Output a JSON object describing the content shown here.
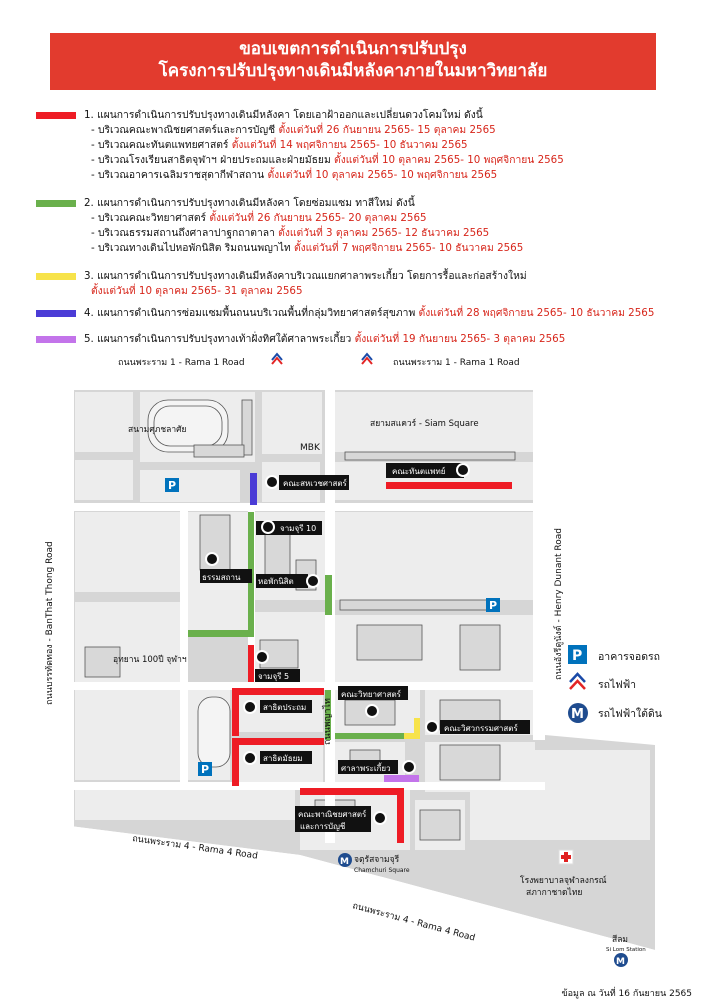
{
  "title": {
    "line1": "ขอบเขตการดำเนินการปรับปรุง",
    "line2": "โครงการปรับปรุงทางเดินมีหลังคาภายในมหาวิทยาลัย"
  },
  "colors": {
    "title_bg": "#e23b2e",
    "plan1": "#ee1c25",
    "plan2": "#6ab04c",
    "plan3": "#f7e34a",
    "plan4": "#4b3cd6",
    "plan5": "#c374ea",
    "building": "#ededed",
    "road": "#ffffff"
  },
  "legend": {
    "plan1": {
      "head": "1. แผนการดำเนินการปรับปรุงทางเดินมีหลังคา โดยเอาฝ้าออกและเปลี่ยนดวงโคมใหม่ ดังนี้",
      "items": [
        {
          "text": "- บริเวณคณะพาณิชยศาสตร์และการบัญชี ",
          "date": "ตั้งแต่วันที่ 26 กันยายน 2565- 15 ตุลาคม 2565"
        },
        {
          "text": "- บริเวณคณะทันตแพทยศาสตร์ ",
          "date": "ตั้งแต่วันที่ 14 พฤศจิกายน 2565- 10 ธันวาคม 2565"
        },
        {
          "text": "- บริเวณโรงเรียนสาธิตจุฬาฯ ฝ่ายประถมและฝ่ายมัธยม ",
          "date": "ตั้งแต่วันที่ 10 ตุลาคม 2565- 10 พฤศจิกายน 2565"
        },
        {
          "text": "- บริเวณอาคารเฉลิมราชสุดากีฬาสถาน ",
          "date": "ตั้งแต่วันที่ 10 ตุลาคม 2565- 10 พฤศจิกายน 2565"
        }
      ]
    },
    "plan2": {
      "head": "2. แผนการดำเนินการปรับปรุงทางเดินมีหลังคา โดยซ่อมแซม ทาสีใหม่ ดังนี้",
      "items": [
        {
          "text": "- บริเวณคณะวิทยาศาสตร์ ",
          "date": "ตั้งแต่วันที่ 26 กันยายน 2565- 20 ตุลาคม 2565"
        },
        {
          "text": "- บริเวณธรรมสถานถึงศาลาปาฐกถาตาลา ",
          "date": "ตั้งแต่วันที่ 3 ตุลาคม 2565- 12 ธันวาคม 2565"
        },
        {
          "text": "- บริเวณทางเดินไปหอพักนิสิต ริมถนนพญาไท ",
          "date": "ตั้งแต่วันที่ 7 พฤศจิกายน 2565- 10 ธันวาคม 2565"
        }
      ]
    },
    "plan3": {
      "head": "3. แผนการดำเนินการปรับปรุงทางเดินมีหลังคาบริเวณแยกศาลาพระเกี้ยว โดยการรื้อและก่อสร้างใหม่",
      "date": "ตั้งแต่วันที่ 10 ตุลาคม 2565- 31 ตุลาคม 2565"
    },
    "plan4": {
      "head": "4. แผนการดำเนินการซ่อมแซมพื้นถนนบริเวณพื้นที่กลุ่มวิทยาศาสตร์สุขภาพ ",
      "date": "ตั้งแต่วันที่ 28 พฤศจิกายน 2565- 10 ธันวาคม 2565"
    },
    "plan5": {
      "head": "5. แผนการดำเนินการปรับปรุงทางเท้าฝั่งทิศใต้ศาลาพระเกี้ยว ",
      "date": "ตั้งแต่วันที่ 19 กันยายน 2565- 3 ตุลาคม 2565"
    }
  },
  "map": {
    "roads": {
      "rama1_left": "ถนนพระราม 1 - Rama 1 Road",
      "rama1_right": "ถนนพระราม 1 - Rama 1 Road",
      "banthat": "ถนนบรรทัดทอง - BanThat Thong Road",
      "henry": "ถนนอังรีดูนังต์ - Henry Dunant Road",
      "rama4_left": "ถนนพระราม 4 - Rama 4 Road",
      "rama4_right": "ถนนพระราม 4 - Rama 4 Road",
      "phayathai": "ถนนพญาไท"
    },
    "places": {
      "stadium": "สนามศุภชลาศัย",
      "mbk": "MBK",
      "siam": "สยามสแควร์ - Siam Square",
      "dent": "คณะทันตแพทย์",
      "vet": "คณะสหเวชศาสตร์",
      "chamchuri10": "จามจุรี 10",
      "dorm": "หอพักนิสิต",
      "dhamma": "ธรรมสถาน",
      "centenary": "อุทยาน 100ปี จุฬาฯ",
      "chamchuri5": "จามจุรี 5",
      "science": "คณะวิทยาศาสตร์",
      "satit_primary": "สาธิตประถม",
      "satit_secondary": "สาธิตมัธยม",
      "engineering": "คณะวิศวกรรมศาสตร์",
      "salaprakeaw": "ศาลาพระเกี้ยว",
      "commerce1": "คณะพาณิชยศาสตร์",
      "commerce2": "และการบัญชี",
      "chamchuri_sq": "จตุรัสจามจุรี",
      "chamchuri_sq_en": "Chamchuri Square",
      "hospital1": "โรงพยาบาลจุฬาลงกรณ์",
      "hospital2": "สภากาชาดไทย",
      "silom": "สีลม",
      "silom_en": "Si Lom Station"
    },
    "icons": {
      "parking": "P",
      "bts": "bts-icon",
      "mrt": "M"
    },
    "map_legend": {
      "parking": "อาคารจอดรถ",
      "bts": "รถไฟฟ้า",
      "mrt": "รถไฟฟ้าใต้ดิน"
    }
  },
  "footer": "ข้อมูล ณ วันที่ 16 กันยายน 2565"
}
